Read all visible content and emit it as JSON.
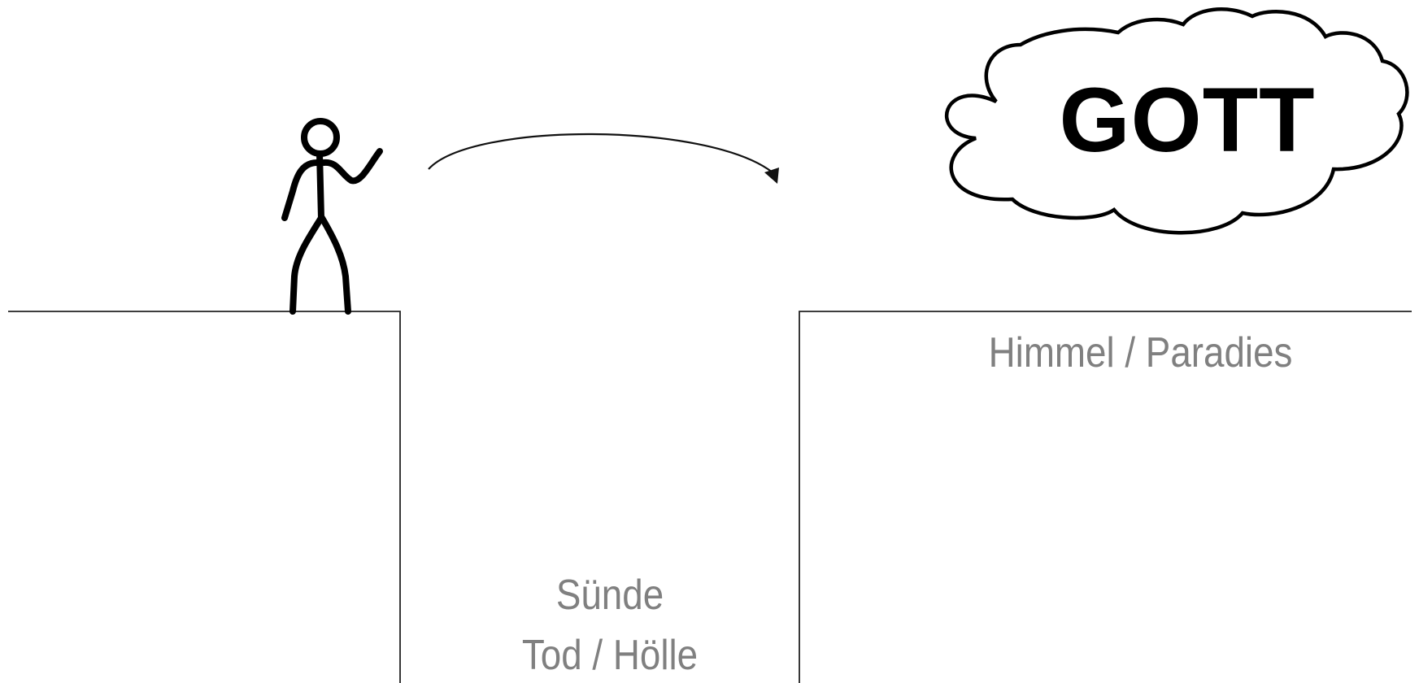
{
  "diagram": {
    "god_label": "GOTT",
    "heaven_label": "Himmel / Paradies",
    "sin_label": "Sünde",
    "death_label": "Tod / Hölle"
  },
  "icons": {
    "person": "stick-figure-icon",
    "cloud": "cloud-icon",
    "arrow": "curved-arrow-icon"
  },
  "colors": {
    "label_gray": "#808080",
    "line": "#222222",
    "figure": "#000000"
  }
}
